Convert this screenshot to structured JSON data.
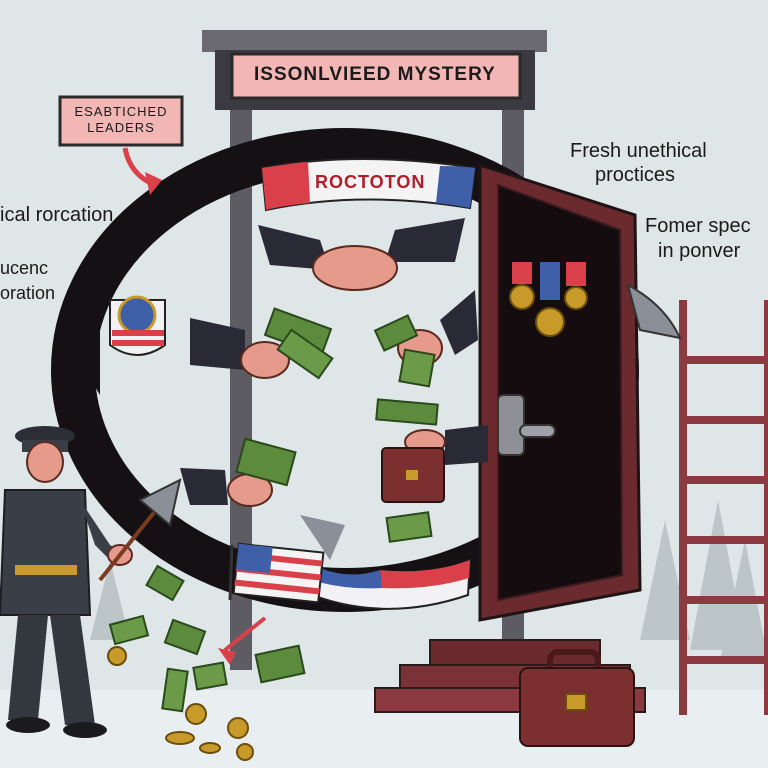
{
  "sign": {
    "text": "ISSONLVIEED MYSTERY"
  },
  "banner": {
    "text": "ROCTOTON"
  },
  "label_box": {
    "line1": "ESABTICHED",
    "line2": "LEADERS"
  },
  "left_texts": {
    "line1": "ical rorcation",
    "line2": "ucenc",
    "line3": "oration"
  },
  "right_texts": {
    "top_line1": "Fresh unethical",
    "top_line2": "proctices",
    "mid_line1": "Fomer spec",
    "mid_line2": "in ponver"
  },
  "colors": {
    "background": "#dfe6e8",
    "ring": "#141014",
    "door": "#6b2a2e",
    "sign_panel": "#f2b7b4",
    "money": "#5d8b3d",
    "flag_red": "#d9404a",
    "flag_blue": "#3f5fa8"
  }
}
